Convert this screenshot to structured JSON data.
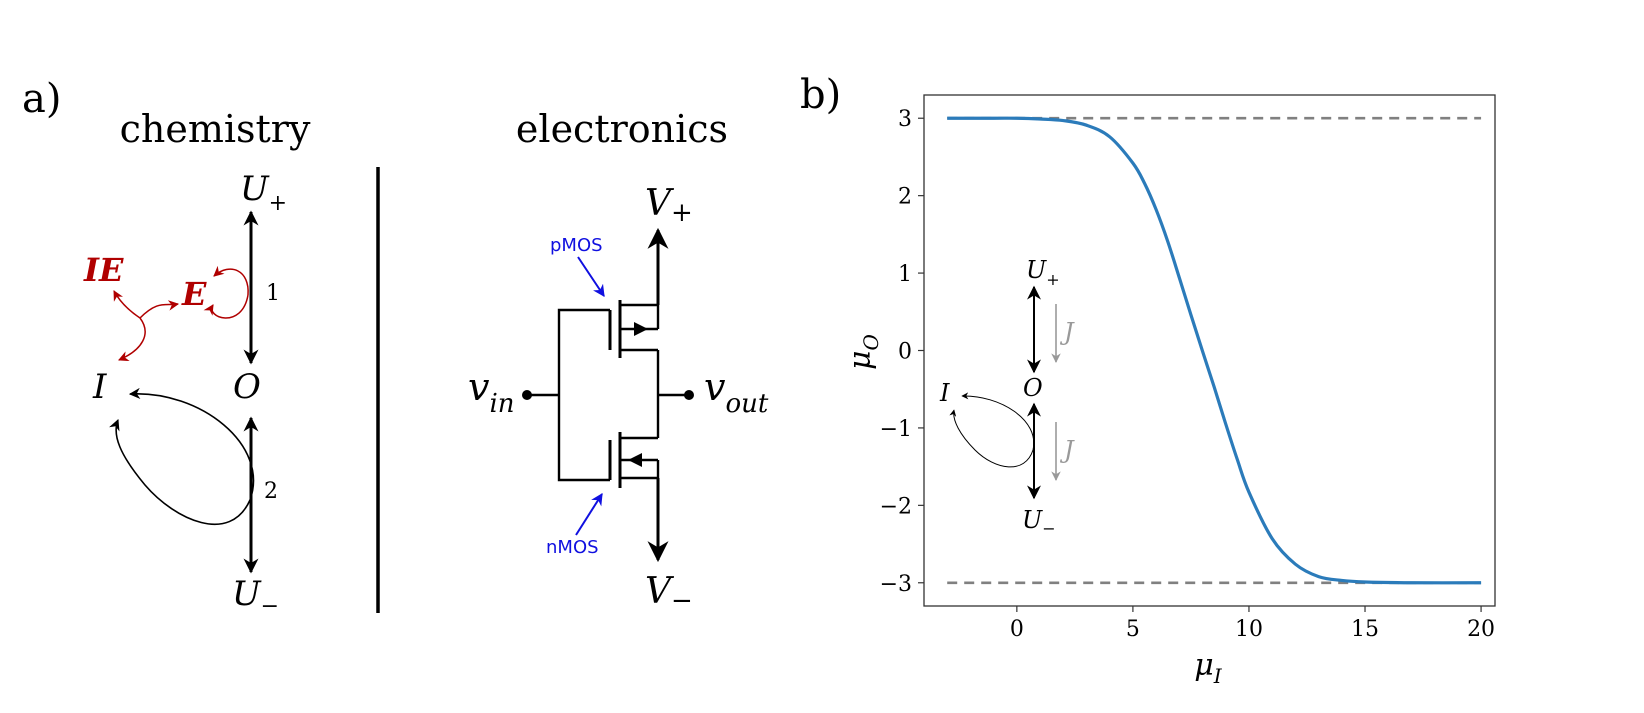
{
  "panel_a": {
    "label": "a)",
    "chemistry": {
      "title": "chemistry",
      "species": {
        "u_plus": "U",
        "u_plus_sub": "+",
        "u_minus": "U",
        "u_minus_sub": "−",
        "o": "O",
        "i": "I",
        "e": "E",
        "ie": "IE"
      },
      "reaction_labels": [
        "1",
        "2"
      ],
      "colors": {
        "enzyme": "#b00000",
        "main": "#000000"
      }
    },
    "electronics": {
      "title": "electronics",
      "v_plus": "V",
      "v_plus_sub": "+",
      "v_minus": "V",
      "v_minus_sub": "−",
      "v_in": "v",
      "v_in_sub": "in",
      "v_out": "v",
      "v_out_sub": "out",
      "pmos": "pMOS",
      "nmos": "nMOS",
      "colors": {
        "annotation": "#1010e0"
      }
    }
  },
  "panel_b": {
    "label": "b)",
    "inset": {
      "u_plus": "U",
      "u_plus_sub": "+",
      "u_minus": "U",
      "u_minus_sub": "−",
      "o": "O",
      "i": "I",
      "j_top": "J",
      "j_bottom": "J"
    }
  },
  "chart_data": {
    "type": "line",
    "xlabel": "μ",
    "xlabel_sub": "I",
    "ylabel": "μ",
    "ylabel_sub": "O",
    "xlim": [
      -4,
      20.6
    ],
    "ylim": [
      -3.3,
      3.3
    ],
    "xticks": [
      0,
      5,
      10,
      15,
      20
    ],
    "yticks": [
      -3,
      -2,
      -1,
      0,
      1,
      2,
      3
    ],
    "series": [
      {
        "color": "#2b7bba",
        "x": [
          -3,
          -1,
          0,
          1,
          2,
          3,
          4,
          5,
          5.5,
          6,
          6.5,
          7,
          7.5,
          8,
          8.5,
          9,
          9.5,
          10,
          11,
          12,
          13,
          14,
          15,
          17,
          20
        ],
        "y": [
          3,
          3,
          3,
          2.99,
          2.97,
          2.91,
          2.76,
          2.42,
          2.16,
          1.82,
          1.41,
          0.94,
          0.46,
          -0.01,
          -0.47,
          -0.95,
          -1.41,
          -1.83,
          -2.43,
          -2.76,
          -2.92,
          -2.97,
          -2.99,
          -3,
          -3
        ]
      }
    ],
    "reference_lines": [
      {
        "y": 3,
        "style": "dashed",
        "color": "#808080"
      },
      {
        "y": -3,
        "style": "dashed",
        "color": "#808080"
      }
    ],
    "grid": false
  }
}
